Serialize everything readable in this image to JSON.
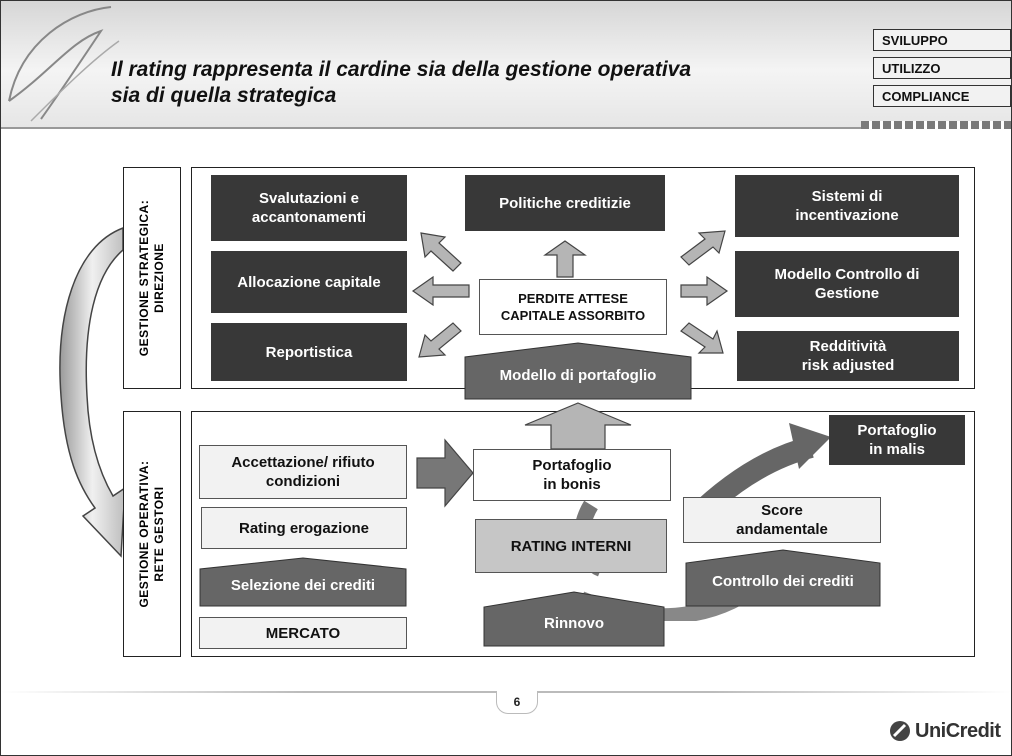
{
  "header": {
    "title_line1": "Il rating rappresenta il cardine sia della gestione operativa",
    "title_line2": "sia di quella strategica",
    "tags": [
      "SVILUPPO",
      "UTILIZZO",
      "COMPLIANCE"
    ]
  },
  "strategic": {
    "side_label_line1": "GESTIONE STRATEGICA:",
    "side_label_line2": "DIREZIONE",
    "boxes": {
      "svalutazioni": [
        "Svalutazioni e",
        "accantonamenti"
      ],
      "politiche": "Politiche creditizie",
      "incentivazione": [
        "Sistemi di",
        "incentivazione"
      ],
      "allocazione": "Allocazione capitale",
      "perdite": [
        "PERDITE ATTESE",
        "CAPITALE ASSORBITO"
      ],
      "controllo_gestione": [
        "Modello Controllo di",
        "Gestione"
      ],
      "reportistica": "Reportistica",
      "modello_portafoglio": "Modello di portafoglio",
      "redditivita": [
        "Redditività",
        "risk adjusted"
      ]
    }
  },
  "operational": {
    "side_label_line1": "GESTIONE OPERATIVA:",
    "side_label_line2": "RETE GESTORI",
    "boxes": {
      "accettazione": [
        "Accettazione/ rifiuto",
        "condizioni"
      ],
      "rating_erogazione": "Rating erogazione",
      "selezione": "Selezione dei crediti",
      "mercato": "MERCATO",
      "bonis": [
        "Portafoglio",
        "in bonis"
      ],
      "rating_interni": "RATING INTERNI",
      "rinnovo": "Rinnovo",
      "malis": [
        "Portafoglio",
        "in malis"
      ],
      "score": [
        "Score",
        "andamentale"
      ],
      "controllo_crediti": "Controllo dei crediti"
    }
  },
  "footer": {
    "page_number": "6",
    "logo_text": "UniCredit"
  }
}
